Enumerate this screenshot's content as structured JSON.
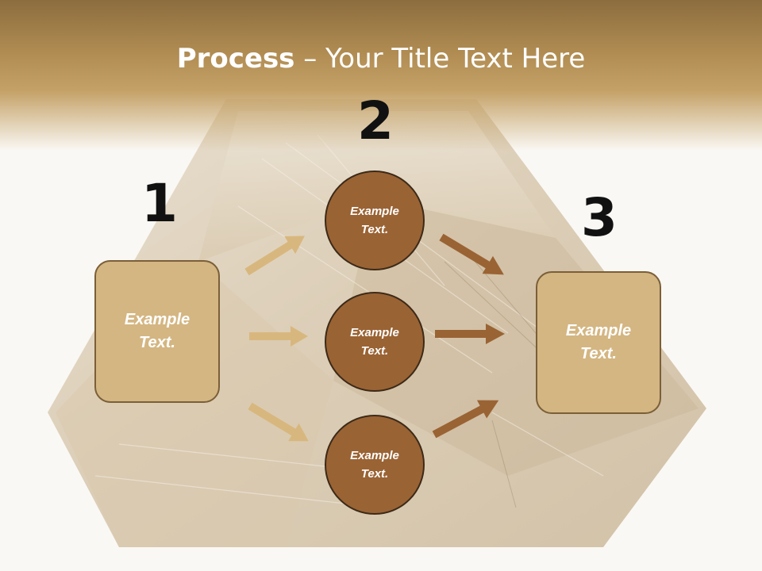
{
  "title": {
    "bold": "Process",
    "rest": " – Your Title Text Here"
  },
  "steps": {
    "one": "1",
    "two": "2",
    "three": "3"
  },
  "left_box": {
    "text": "Example Text."
  },
  "right_box": {
    "text": "Example Text."
  },
  "circles": [
    {
      "text": "Example Text."
    },
    {
      "text": "Example Text."
    },
    {
      "text": "Example Text."
    }
  ],
  "colors": {
    "box_fill": "#d4b682",
    "circle_fill": "#9a6334",
    "arrow_light": "#d8b77e",
    "arrow_dark": "#9a6334",
    "header": "#b08c52"
  }
}
